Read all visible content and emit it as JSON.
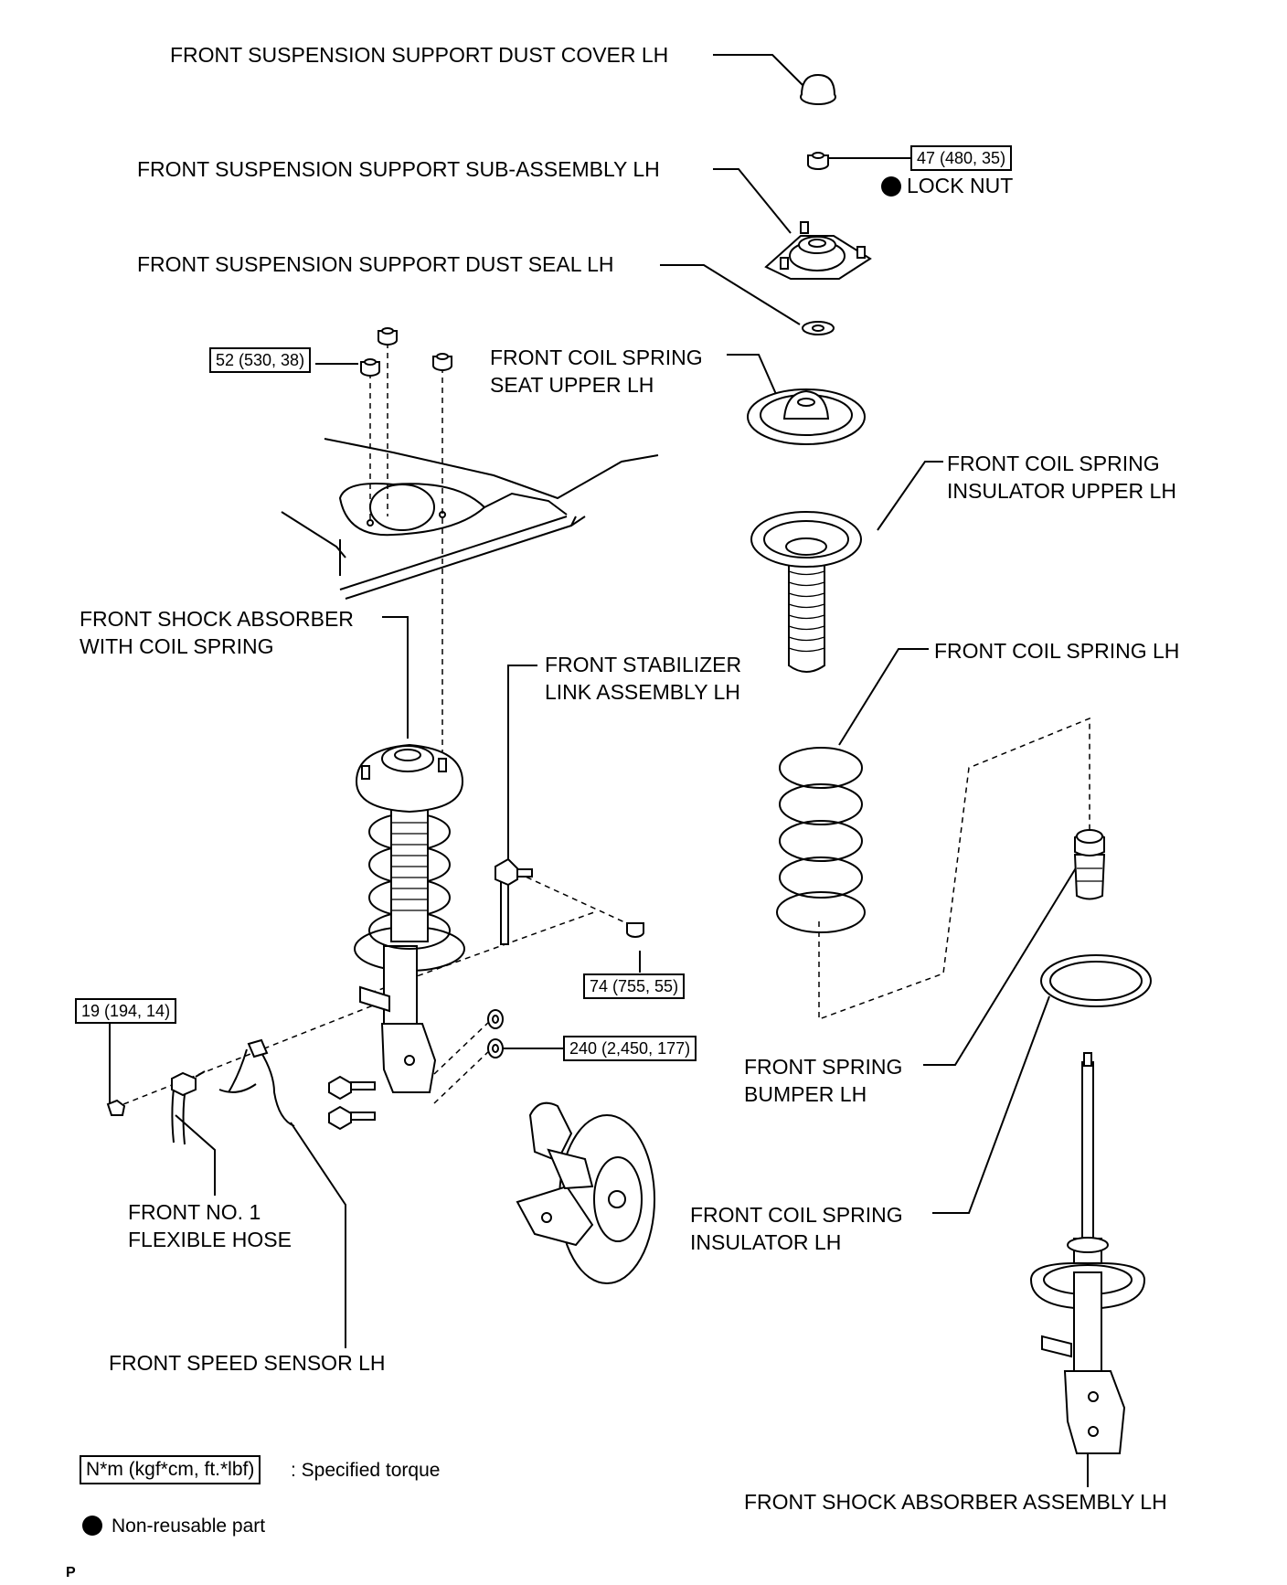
{
  "labels": {
    "dust_cover": "FRONT SUSPENSION SUPPORT DUST COVER LH",
    "support_sub_assembly": "FRONT SUSPENSION SUPPORT SUB-ASSEMBLY LH",
    "dust_seal": "FRONT SUSPENSION SUPPORT DUST SEAL LH",
    "spring_seat_upper": "FRONT COIL SPRING\nSEAT UPPER LH",
    "insulator_upper": "FRONT COIL SPRING\nINSULATOR UPPER LH",
    "shock_with_spring": "FRONT SHOCK ABSORBER\nWITH COIL SPRING",
    "coil_spring": "FRONT COIL SPRING LH",
    "stabilizer_link": "FRONT STABILIZER\nLINK ASSEMBLY LH",
    "spring_bumper": "FRONT SPRING\nBUMPER LH",
    "coil_spring_insulator": "FRONT COIL SPRING\nINSULATOR LH",
    "flexible_hose": "FRONT NO. 1\nFLEXIBLE HOSE",
    "speed_sensor": "FRONT SPEED SENSOR LH",
    "shock_assembly": "FRONT SHOCK ABSORBER ASSEMBLY LH",
    "lock_nut": "LOCK NUT"
  },
  "torques": {
    "lock_nut": "47 (480, 35)",
    "upper_mount_nuts": "52 (530, 38)",
    "stabilizer_nut": "74 (755, 55)",
    "hose_bolt": "19 (194, 14)",
    "knuckle_bolts": "240 (2,450, 177)"
  },
  "legend": {
    "torque_box": "N*m (kgf*cm, ft.*lbf)",
    "torque_text": ": Specified torque",
    "nonreusable_text": "Non-reusable part"
  },
  "page_marker": "P"
}
